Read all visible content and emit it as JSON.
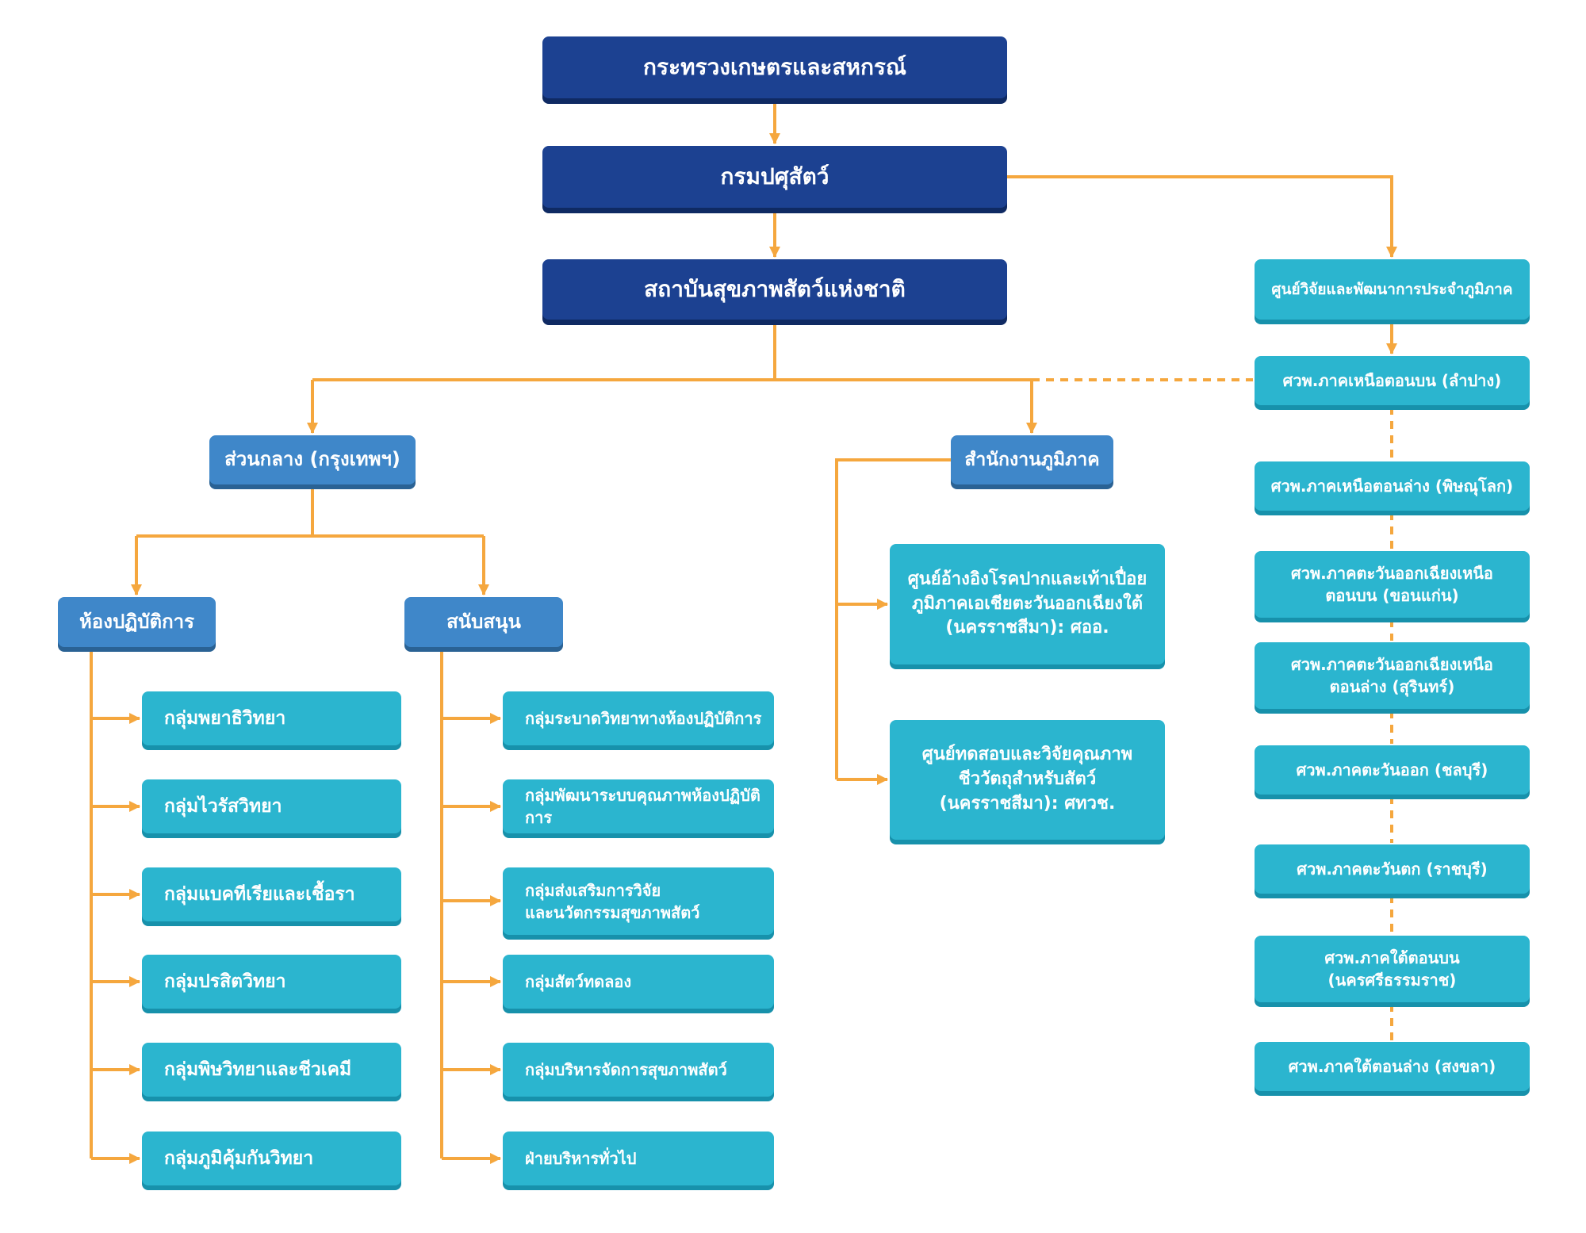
{
  "colors": {
    "navy": "#1c4191",
    "navy_shadow": "#0f2a63",
    "medium_blue": "#3f87c9",
    "medium_blue_shadow": "#2a6294",
    "teal": "#2bb5cf",
    "teal_shadow": "#1791ab",
    "connector_orange": "#f5a73e",
    "background": "#ffffff"
  },
  "nodes": {
    "ministry": {
      "label": "กระทรวงเกษตรและสหกรณ์"
    },
    "department": {
      "label": "กรมปศุสัตว์"
    },
    "institute": {
      "label": "สถาบันสุขภาพสัตว์แห่งชาติ"
    },
    "regional_rnd_header": {
      "label": "ศูนย์วิจัยและพัฒนาการประจำภูมิภาค"
    },
    "central": {
      "label": "ส่วนกลาง (กรุงเทพฯ)"
    },
    "regional_office": {
      "label": "สำนักงานภูมิภาค"
    },
    "laboratory": {
      "label": "ห้องปฏิบัติการ"
    },
    "support": {
      "label": "สนับสนุน"
    },
    "laboratory_groups": [
      {
        "label": "กลุ่มพยาธิวิทยา"
      },
      {
        "label": "กลุ่มไวรัสวิทยา"
      },
      {
        "label": "กลุ่มแบคทีเรียและเชื้อรา"
      },
      {
        "label": "กลุ่มปรสิตวิทยา"
      },
      {
        "label": "กลุ่มพิษวิทยาและชีวเคมี"
      },
      {
        "label": "กลุ่มภูมิคุ้มกันวิทยา"
      }
    ],
    "support_groups": [
      {
        "label": "กลุ่มระบาดวิทยาทางห้องปฏิบัติการ"
      },
      {
        "label": "กลุ่มพัฒนาระบบคุณภาพห้องปฏิบัติการ"
      },
      {
        "label": "กลุ่มส่งเสริมการวิจัย\nและนวัตกรรมสุขภาพสัตว์"
      },
      {
        "label": "กลุ่มสัตว์ทดลอง"
      },
      {
        "label": "กลุ่มบริหารจัดการสุขภาพสัตว์"
      },
      {
        "label": "ฝ่ายบริหารทั่วไป"
      }
    ],
    "regional_office_centers": [
      {
        "label": "ศูนย์อ้างอิงโรคปากและเท้าเปื่อย\nภูมิภาคเอเชียตะวันออกเฉียงใต้\n(นครราชสีมา): ศออ."
      },
      {
        "label": "ศูนย์ทดสอบและวิจัยคุณภาพ\nชีววัตถุสำหรับสัตว์\n(นครราชสีมา): ศทวช."
      }
    ],
    "regional_centers": [
      {
        "label": "ศวพ.ภาคเหนือตอนบน (ลำปาง)"
      },
      {
        "label": "ศวพ.ภาคเหนือตอนล่าง (พิษณุโลก)"
      },
      {
        "label": "ศวพ.ภาคตะวันออกเฉียงเหนือ\nตอนบน (ขอนแก่น)"
      },
      {
        "label": "ศวพ.ภาคตะวันออกเฉียงเหนือ\nตอนล่าง (สุรินทร์)"
      },
      {
        "label": "ศวพ.ภาคตะวันออก (ชลบุรี)"
      },
      {
        "label": "ศวพ.ภาคตะวันตก (ราชบุรี)"
      },
      {
        "label": "ศวพ.ภาคใต้ตอนบน\n(นครศรีธรรมราช)"
      },
      {
        "label": "ศวพ.ภาคใต้ตอนล่าง (สงขลา)"
      }
    ]
  }
}
